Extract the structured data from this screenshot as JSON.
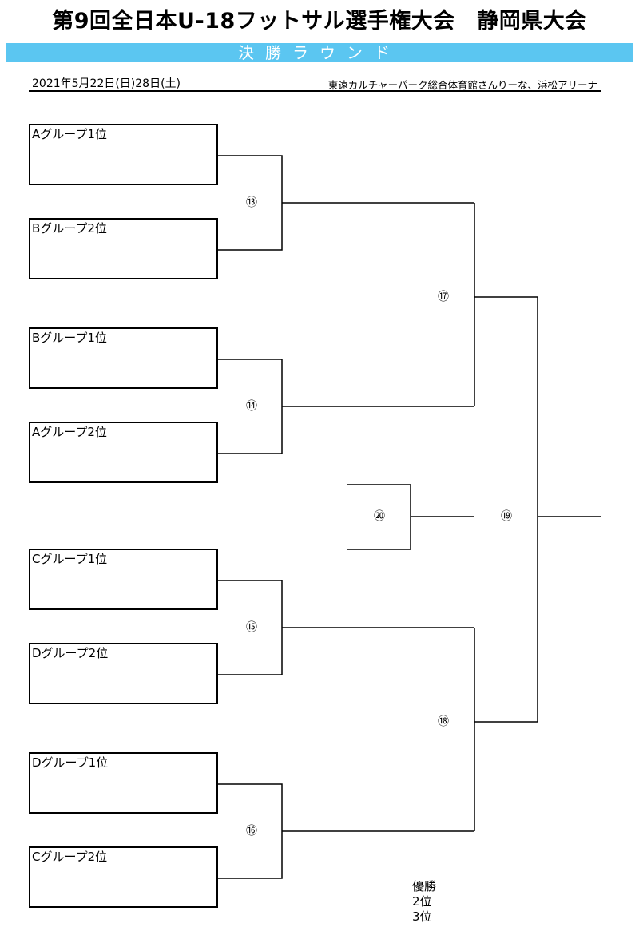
{
  "header": {
    "title": "第9回全日本U-18フットサル選手権大会　静岡県大会",
    "banner": "決勝ラウンド",
    "date": "2021年5月22日(日)28日(土)",
    "venue": "東遠カルチャーパーク総合体育館さんりーな、浜松アリーナ",
    "banner_color": "#5bc6f1"
  },
  "teams": [
    "Aグループ1位",
    "Bグループ2位",
    "Bグループ1位",
    "Aグループ2位",
    "Cグループ1位",
    "Dグループ2位",
    "Dグループ1位",
    "Cグループ2位"
  ],
  "matches": {
    "m13": "⑬",
    "m14": "⑭",
    "m15": "⑮",
    "m16": "⑯",
    "m17": "⑰",
    "m18": "⑱",
    "m19": "⑲",
    "m20": "⑳"
  },
  "legend": {
    "first": "優勝",
    "second": "2位",
    "third": "3位"
  }
}
